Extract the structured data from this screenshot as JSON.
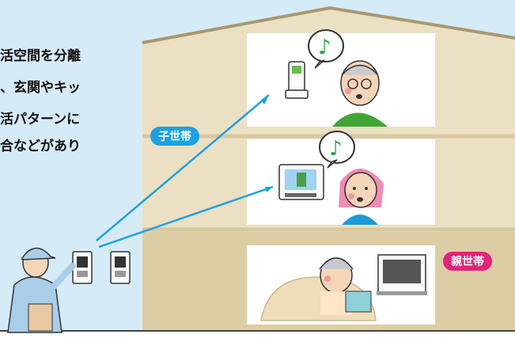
{
  "description_lines": [
    "活空間を分離",
    "、玄関やキッ",
    "活パターンに",
    "合などがあり"
  ],
  "labels": {
    "child_household": "子世帯",
    "parent_household": "親世帯"
  },
  "colors": {
    "sky": "#d6ebf8",
    "house_wall": "#ece0c4",
    "roof": "#a8986e",
    "child_badge": "#1ea1e0",
    "parent_badge": "#e0247a",
    "signal_line": "#1ea1e0",
    "speech_note": "#2aa64a"
  },
  "icons": [
    "music-note-icon",
    "handset-icon",
    "video-monitor-icon",
    "door-station-icon",
    "installer-person-icon"
  ]
}
